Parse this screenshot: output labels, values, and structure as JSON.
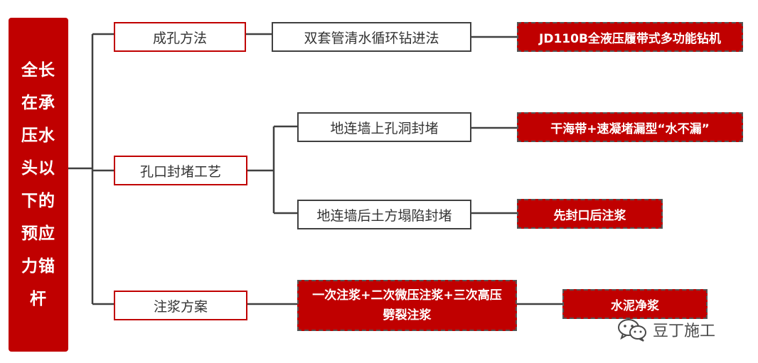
{
  "root": {
    "label": "全长在承压水头以下的预应力锚杆"
  },
  "branches": [
    {
      "label": "成孔方法",
      "children": [
        {
          "label": "双套管清水循环钻进法",
          "leaf": "JD110B全液压履带式多功能钻机"
        }
      ]
    },
    {
      "label": "孔口封堵工艺",
      "children": [
        {
          "label": "地连墙上孔洞封堵",
          "leaf": "干海带+速凝堵漏型“水不漏”"
        },
        {
          "label": "地连墙后土方塌陷封堵",
          "leaf": "先封口后注浆"
        }
      ]
    },
    {
      "label": "注浆方案",
      "children": [
        {
          "label": "一次注浆+二次微压注浆+三次高压劈裂注浆",
          "leaf": "水泥净浆"
        }
      ]
    }
  ],
  "watermark": {
    "text": "豆丁施工",
    "icon": "wechat-icon"
  },
  "colors": {
    "accent": "#c00000",
    "connector": "#404040"
  }
}
